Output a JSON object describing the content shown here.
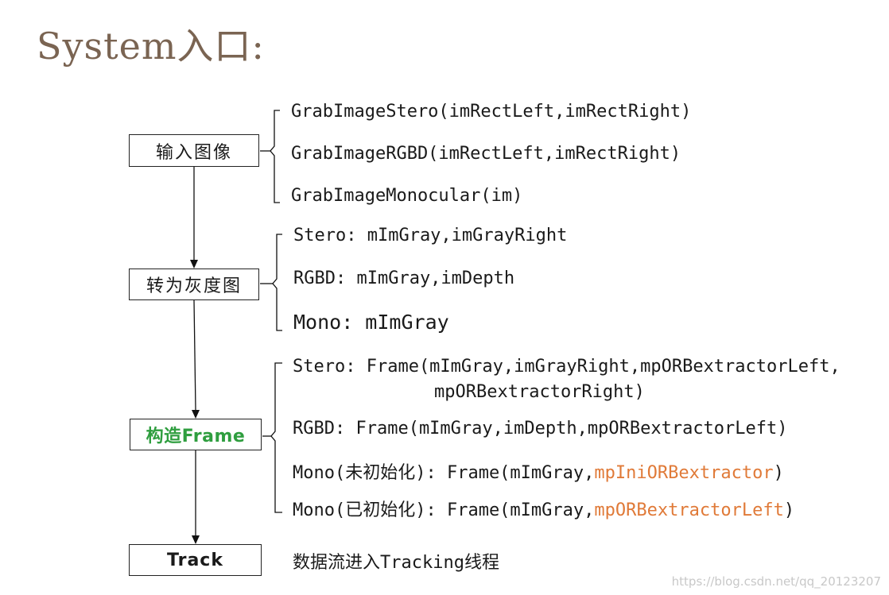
{
  "title": "System入口:",
  "boxes": {
    "input": "输入图像",
    "gray": "转为灰度图",
    "frame": "构造Frame",
    "track": "Track"
  },
  "group1": [
    "GrabImageStero(imRectLeft,imRectRight)",
    "GrabImageRGBD(imRectLeft,imRectRight)",
    "GrabImageMonocular(im)"
  ],
  "group2": [
    "Stero: mImGray,imGrayRight",
    "RGBD: mImGray,imDepth",
    "Mono: mImGray"
  ],
  "group3": {
    "stero_line1": "Stero: Frame(mImGray,imGrayRight,mpORBextractorLeft,",
    "stero_line2": "mpORBextractorRight)",
    "rgbd": "RGBD: Frame(mImGray,imDepth,mpORBextractorLeft)",
    "mono_uninit_prefix": "Mono(未初始化): Frame(mImGray,",
    "mono_uninit_highlight": "mpIniORBextractor",
    "mono_uninit_suffix": ")",
    "mono_init_prefix": "Mono(已初始化): Frame(mImGray,",
    "mono_init_highlight": "mpORBextractorLeft",
    "mono_init_suffix": ")"
  },
  "track_note": "数据流进入Tracking线程",
  "watermark": "https://blog.csdn.net/qq_20123207",
  "colors": {
    "title": "#7a6452",
    "green": "#2f9e3f",
    "orange": "#e07a38"
  }
}
